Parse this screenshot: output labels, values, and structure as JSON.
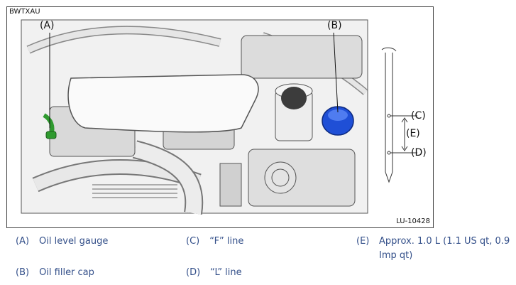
{
  "figure": {
    "code": "BWTXAU",
    "ref": "LU-10428",
    "callouts": {
      "a": "(A)",
      "b": "(B)",
      "c": "(C)",
      "d": "(D)",
      "e": "(E)"
    }
  },
  "legend": {
    "a": {
      "key": "(A)",
      "text": "Oil level gauge"
    },
    "b": {
      "key": "(B)",
      "text": "Oil filler cap"
    },
    "c": {
      "key": "(C)",
      "text": "“F” line"
    },
    "d": {
      "key": "(D)",
      "text": "“L” line"
    },
    "e": {
      "key": "(E)",
      "text": "Approx. 1.0 L (1.1 US qt, 0.9 Imp qt)"
    }
  },
  "colors": {
    "gauge_handle": "#2f9a2f",
    "filler_cap": "#1f4fd6",
    "legend_text": "#34508a"
  }
}
